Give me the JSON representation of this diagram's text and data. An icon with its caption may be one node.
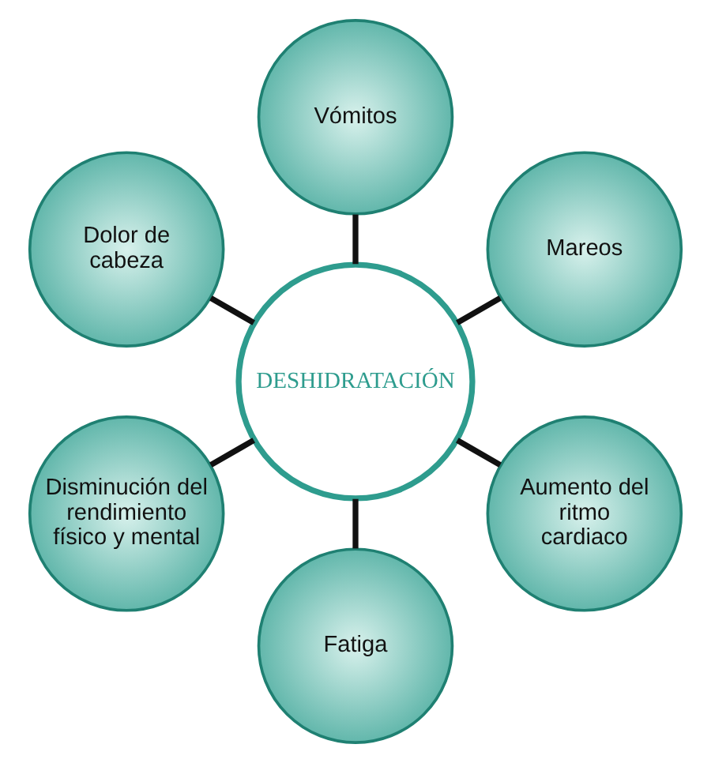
{
  "diagram": {
    "nodes": [
      {
        "text": [
          "DESHIDRATACIÓN"
        ]
      },
      {
        "text": [
          "Mareos"
        ]
      },
      {
        "text": [
          "Vómitos"
        ]
      },
      {
        "text": [
          "Dolor de cabeza"
        ]
      },
      {
        "text": [
          "Disminución del rendimiento físico y mental"
        ]
      },
      {
        "text": [
          "Fatiga"
        ]
      },
      {
        "text": [
          "Aumento del ritmo cardiaco"
        ]
      }
    ],
    "edges": [
      {
        "from": 0,
        "to": 1,
        "arrow": "none"
      },
      {
        "from": 0,
        "to": 2,
        "arrow": "none"
      },
      {
        "from": 0,
        "to": 3,
        "arrow": "none"
      },
      {
        "from": 0,
        "to": 4,
        "arrow": "none"
      },
      {
        "from": 0,
        "to": 5,
        "arrow": "none"
      },
      {
        "from": 0,
        "to": 6,
        "arrow": "none"
      }
    ]
  }
}
